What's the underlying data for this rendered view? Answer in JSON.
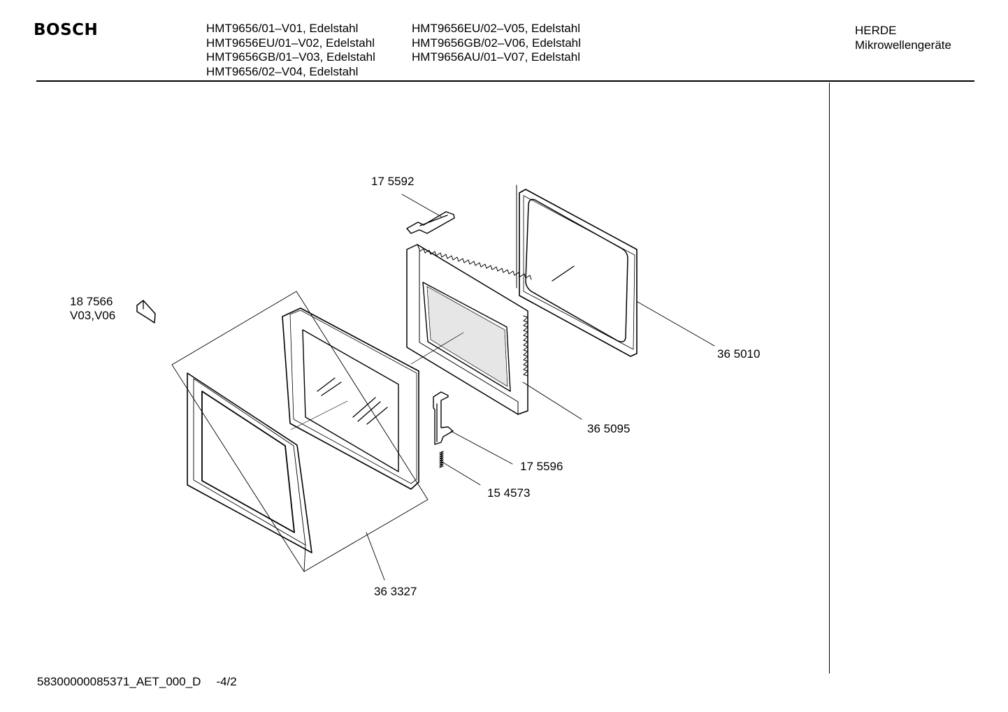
{
  "header": {
    "brand": "BOSCH",
    "models_left": [
      "HMT9656/01–V01, Edelstahl",
      "HMT9656EU/01–V02, Edelstahl",
      "HMT9656GB/01–V03, Edelstahl",
      "HMT9656/02–V04, Edelstahl"
    ],
    "models_right": [
      "HMT9656EU/02–V05, Edelstahl",
      "HMT9656GB/02–V06, Edelstahl",
      "HMT9656AU/01–V07, Edelstahl"
    ],
    "category": [
      "HERDE",
      "Mikrowellengeräte"
    ]
  },
  "parts": {
    "p175592": "17 5592",
    "p187566": "18 7566",
    "p187566_variants": "V03,V06",
    "p365010": "36 5010",
    "p365095": "36 5095",
    "p175596": "17 5596",
    "p154573": "15 4573",
    "p363327": "36 3327"
  },
  "footer": {
    "doc_id": "58300000085371_AET_000_D",
    "page": "-4/2"
  }
}
